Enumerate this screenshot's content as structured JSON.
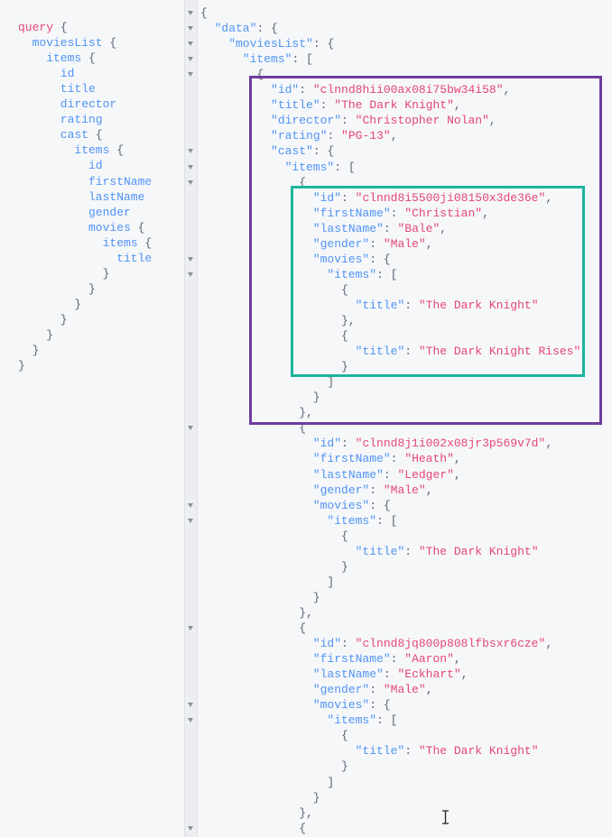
{
  "query_editor": {
    "lines": [
      {
        "indent": 0,
        "kw": "query",
        "tail": " {"
      },
      {
        "indent": 1,
        "field": "moviesList",
        "tail": " {"
      },
      {
        "indent": 2,
        "field": "items",
        "tail": " {"
      },
      {
        "indent": 3,
        "field": "id"
      },
      {
        "indent": 3,
        "field": "title"
      },
      {
        "indent": 3,
        "field": "director"
      },
      {
        "indent": 3,
        "field": "rating"
      },
      {
        "indent": 3,
        "field": "cast",
        "tail": " {"
      },
      {
        "indent": 4,
        "field": "items",
        "tail": " {"
      },
      {
        "indent": 5,
        "field": "id"
      },
      {
        "indent": 5,
        "field": "firstName"
      },
      {
        "indent": 5,
        "field": "lastName"
      },
      {
        "indent": 5,
        "field": "gender"
      },
      {
        "indent": 5,
        "field": "movies",
        "tail": " {"
      },
      {
        "indent": 6,
        "field": "items",
        "tail": " {"
      },
      {
        "indent": 7,
        "field": "title"
      },
      {
        "indent": 6,
        "tail": "}"
      },
      {
        "indent": 5,
        "tail": "}"
      },
      {
        "indent": 4,
        "tail": "}"
      },
      {
        "indent": 3,
        "tail": "}"
      },
      {
        "indent": 2,
        "tail": "}"
      },
      {
        "indent": 1,
        "tail": "}"
      },
      {
        "indent": 0,
        "tail": "}"
      }
    ]
  },
  "result_viewer": {
    "lines": [
      {
        "indent": 0,
        "tail": "{",
        "fold": true
      },
      {
        "indent": 2,
        "key": "data",
        "tail": "{",
        "fold": true
      },
      {
        "indent": 4,
        "key": "moviesList",
        "tail": "{",
        "fold": true
      },
      {
        "indent": 6,
        "key": "items",
        "tail": "[",
        "fold": true
      },
      {
        "indent": 8,
        "tail": "{",
        "fold": true
      },
      {
        "indent": 10,
        "key": "id",
        "value": "clnnd8hii00ax08i75bw34i58",
        "tail": ","
      },
      {
        "indent": 10,
        "key": "title",
        "value": "The Dark Knight",
        "tail": ","
      },
      {
        "indent": 10,
        "key": "director",
        "value": "Christopher Nolan",
        "tail": ","
      },
      {
        "indent": 10,
        "key": "rating",
        "value": "PG-13",
        "tail": ","
      },
      {
        "indent": 10,
        "key": "cast",
        "tail": "{",
        "fold": true
      },
      {
        "indent": 12,
        "key": "items",
        "tail": "[",
        "fold": true
      },
      {
        "indent": 14,
        "tail": "{",
        "fold": true
      },
      {
        "indent": 16,
        "key": "id",
        "value": "clnnd8i5500ji08150x3de36e",
        "tail": ","
      },
      {
        "indent": 16,
        "key": "firstName",
        "value": "Christian",
        "tail": ","
      },
      {
        "indent": 16,
        "key": "lastName",
        "value": "Bale",
        "tail": ","
      },
      {
        "indent": 16,
        "key": "gender",
        "value": "Male",
        "tail": ","
      },
      {
        "indent": 16,
        "key": "movies",
        "tail": "{",
        "fold": true
      },
      {
        "indent": 18,
        "key": "items",
        "tail": "[",
        "fold": true
      },
      {
        "indent": 20,
        "tail": "{"
      },
      {
        "indent": 22,
        "key": "title",
        "value": "The Dark Knight"
      },
      {
        "indent": 20,
        "tail": "},"
      },
      {
        "indent": 20,
        "tail": "{"
      },
      {
        "indent": 22,
        "key": "title",
        "value": "The Dark Knight Rises"
      },
      {
        "indent": 20,
        "tail": "}"
      },
      {
        "indent": 18,
        "tail": "]"
      },
      {
        "indent": 16,
        "tail": "}"
      },
      {
        "indent": 14,
        "tail": "},"
      },
      {
        "indent": 14,
        "tail": "{",
        "fold": true
      },
      {
        "indent": 16,
        "key": "id",
        "value": "clnnd8j1i002x08jr3p569v7d",
        "tail": ","
      },
      {
        "indent": 16,
        "key": "firstName",
        "value": "Heath",
        "tail": ","
      },
      {
        "indent": 16,
        "key": "lastName",
        "value": "Ledger",
        "tail": ","
      },
      {
        "indent": 16,
        "key": "gender",
        "value": "Male",
        "tail": ","
      },
      {
        "indent": 16,
        "key": "movies",
        "tail": "{",
        "fold": true
      },
      {
        "indent": 18,
        "key": "items",
        "tail": "[",
        "fold": true
      },
      {
        "indent": 20,
        "tail": "{"
      },
      {
        "indent": 22,
        "key": "title",
        "value": "The Dark Knight"
      },
      {
        "indent": 20,
        "tail": "}"
      },
      {
        "indent": 18,
        "tail": "]"
      },
      {
        "indent": 16,
        "tail": "}"
      },
      {
        "indent": 14,
        "tail": "},"
      },
      {
        "indent": 14,
        "tail": "{",
        "fold": true
      },
      {
        "indent": 16,
        "key": "id",
        "value": "clnnd8jq800p808lfbsxr6cze",
        "tail": ","
      },
      {
        "indent": 16,
        "key": "firstName",
        "value": "Aaron",
        "tail": ","
      },
      {
        "indent": 16,
        "key": "lastName",
        "value": "Eckhart",
        "tail": ","
      },
      {
        "indent": 16,
        "key": "gender",
        "value": "Male",
        "tail": ","
      },
      {
        "indent": 16,
        "key": "movies",
        "tail": "{",
        "fold": true
      },
      {
        "indent": 18,
        "key": "items",
        "tail": "[",
        "fold": true
      },
      {
        "indent": 20,
        "tail": "{"
      },
      {
        "indent": 22,
        "key": "title",
        "value": "The Dark Knight"
      },
      {
        "indent": 20,
        "tail": "}"
      },
      {
        "indent": 18,
        "tail": "]"
      },
      {
        "indent": 16,
        "tail": "}"
      },
      {
        "indent": 14,
        "tail": "},"
      },
      {
        "indent": 14,
        "tail": "{",
        "fold": true
      }
    ]
  },
  "highlights": {
    "movie_box_color": "#6f3c9e",
    "cast_box_color": "#1db49b"
  },
  "colors": {
    "key": "#4f93f5",
    "string": "#e4457c",
    "punctuation": "#5b6472"
  }
}
